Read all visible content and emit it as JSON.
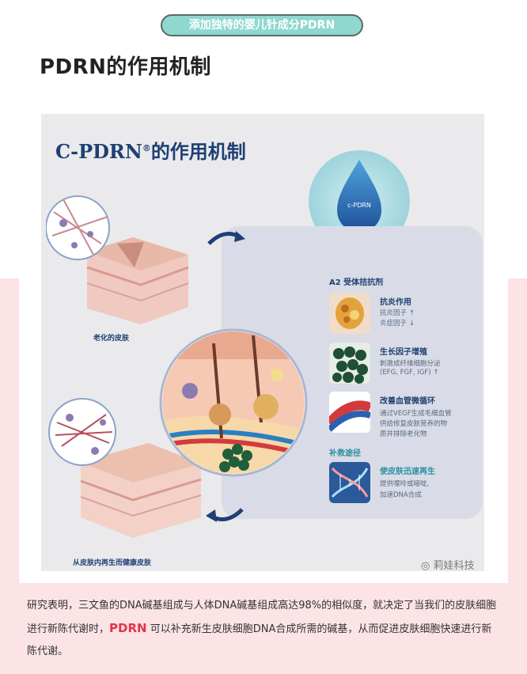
{
  "header": {
    "pill_text": "添加独特的婴儿针成分PDRN",
    "page_title": "PDRN的作用机制"
  },
  "figure": {
    "title_main": "C-PDRN",
    "title_reg": "®",
    "title_rest": "的作用机制",
    "droplet_label": "c-PDRN",
    "label_aged": "老化的皮肤",
    "label_healthy": "从皮肤内再生而健康皮肤",
    "receptor_heading": "A2 受体拮抗剂",
    "items": [
      {
        "title": "抗炎作用",
        "lines": [
          "抗炎因子 ↑",
          "炎症因子 ↓"
        ]
      },
      {
        "title": "生长因子增殖",
        "lines": [
          "刺激成纤维细胞分泌",
          "(EFG, FGF, IGF) ↑"
        ]
      },
      {
        "title": "改善血管微循环",
        "lines": [
          "通过VEGF生成毛细血管",
          "供给修复皮肤营养的物",
          "质并排除老化物"
        ]
      }
    ],
    "salvage_heading": "补救途径",
    "salvage_item": {
      "title": "使皮肤迅速再生",
      "lines": [
        "提供嘌呤或嘧啶,",
        "加速DNA合成"
      ]
    }
  },
  "watermark": "莉娃科技",
  "body": {
    "part1": "研究表明，三文鱼的DNA碱基组成与人体DNA碱基组成高达98%的相似度，就决定了当我们的皮肤细胞进行新陈代谢时，",
    "highlight": "PDRN",
    "part2": " 可以补充新生皮肤细胞DNA合成所需的碱基，从而促进皮肤细胞快速进行新陈代谢。"
  },
  "colors": {
    "pill_fill": "#8fd8cf",
    "highlight": "#e5334b",
    "navy": "#1f3f74",
    "pink_band": "#fbe3e6"
  }
}
